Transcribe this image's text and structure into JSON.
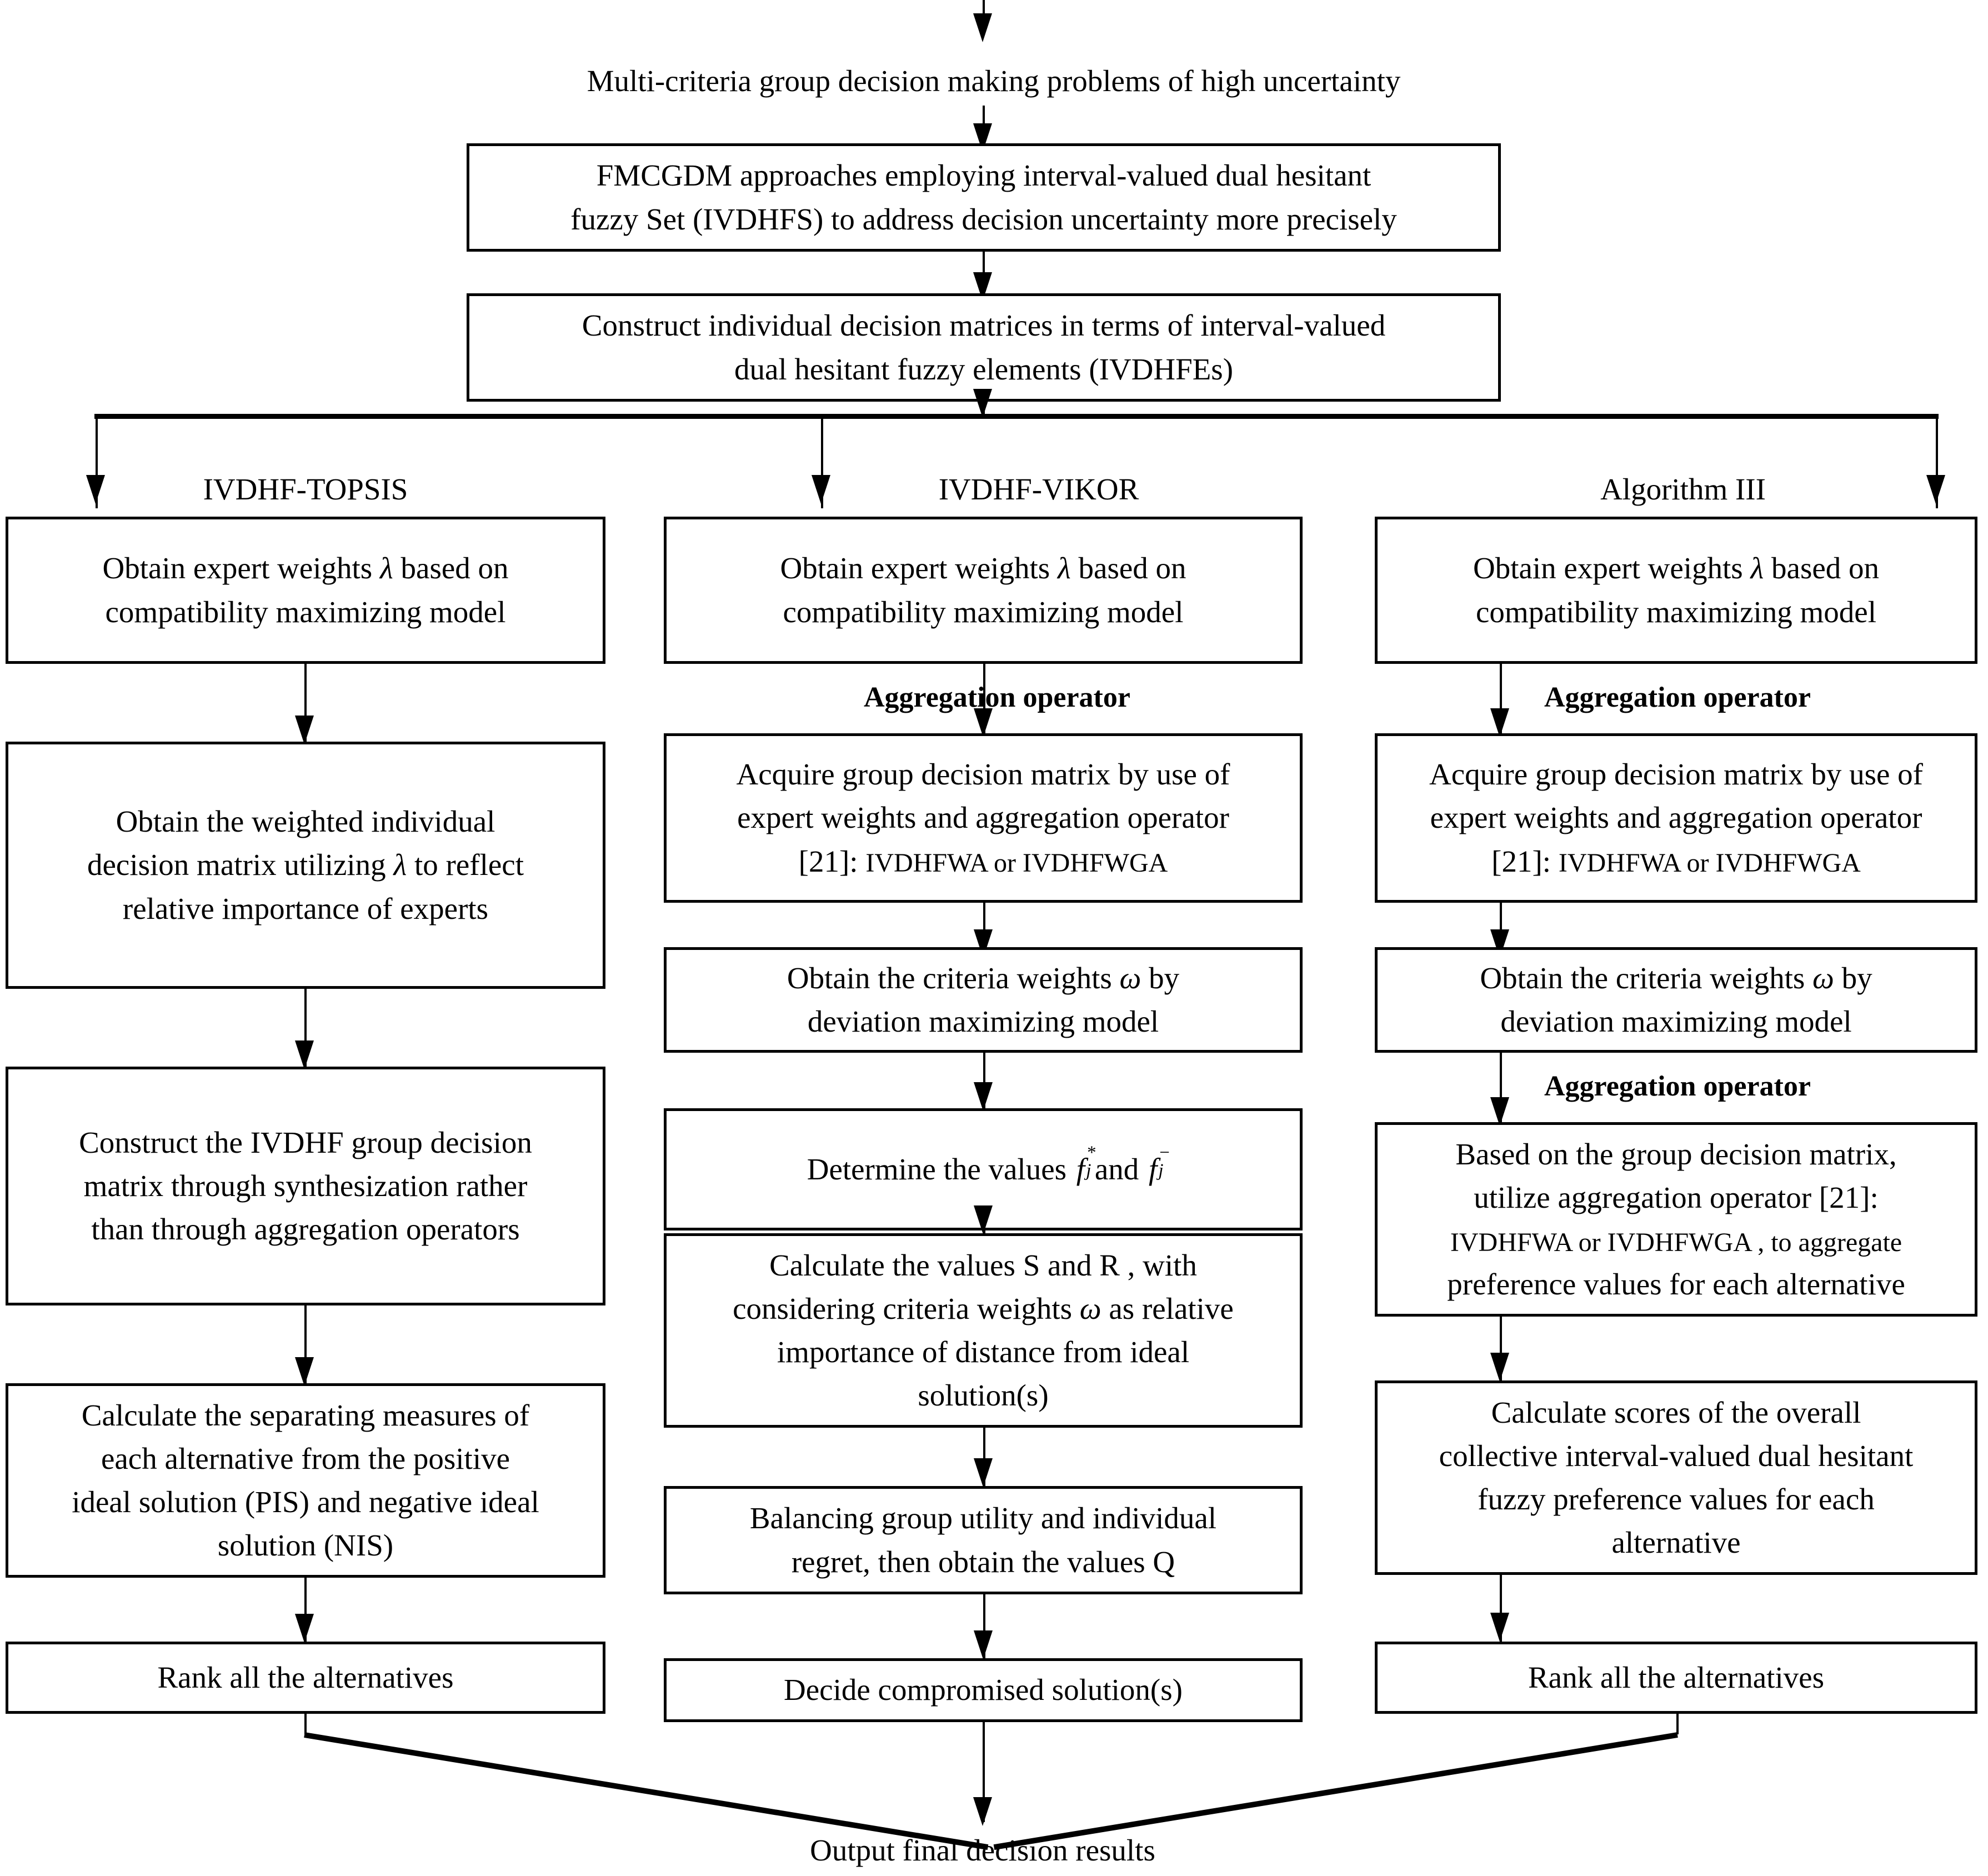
{
  "diagram": {
    "title_text": "Multi-criteria group decision making problems of high uncertainty",
    "output_text": "Output final decision results"
  },
  "top_boxes": [
    {
      "id": "fmcgdm-approaches",
      "line1": "FMCGDM approaches employing interval-valued dual hesitant",
      "line2": "fuzzy Set (IVDHFS) to address decision uncertainty more precisely"
    },
    {
      "id": "construct-individual-matrices",
      "line1": "Construct individual decision matrices in terms of interval-valued",
      "line2": "dual hesitant fuzzy elements (IVDHFEs)"
    }
  ],
  "columns": [
    {
      "id": "ivdhf-topsis",
      "header": "IVDHF-TOPSIS",
      "steps": [
        {
          "id": "expert-weights",
          "line1_a": "Obtain expert weights ",
          "line1_sym": "λ",
          "line1_b": " based on",
          "line2": "compatibility maximizing model"
        },
        {
          "id": "weighted-individual-matrix",
          "line1": "Obtain the weighted individual",
          "line2_a": "decision matrix utilizing ",
          "line2_sym": "λ",
          "line2_b": " to reflect",
          "line3": "relative importance of experts"
        },
        {
          "id": "construct-group-matrix",
          "line1": "Construct the IVDHF group decision",
          "line2": "matrix through synthesization rather",
          "line3": "than through aggregation operators"
        },
        {
          "id": "separating-measures",
          "line1": "Calculate the separating measures of",
          "line2": "each alternative from the positive",
          "line3": "ideal solution (PIS) and negative ideal",
          "line4": "solution (NIS)"
        },
        {
          "id": "rank-alternatives",
          "line1": "Rank all the alternatives"
        }
      ]
    },
    {
      "id": "ivdhf-vikor",
      "header": "IVDHF-VIKOR",
      "aggregation_label": "Aggregation operator",
      "steps": [
        {
          "id": "expert-weights",
          "line1_a": "Obtain expert weights ",
          "line1_sym": "λ",
          "line1_b": " based on",
          "line2": "compatibility maximizing model"
        },
        {
          "id": "acquire-group-matrix",
          "line1": "Acquire  group decision matrix by use of",
          "line2": "expert weights and aggregation operator",
          "line3_a": "[21]:",
          "line3_b": "IVDHFWA or IVDHFWGA"
        },
        {
          "id": "criteria-weights",
          "line1_a": "Obtain the criteria weights ",
          "line1_sym": "ω",
          "line1_b": " by",
          "line2": "deviation maximizing model"
        },
        {
          "id": "determine-f-values",
          "line1_a": "Determine the values ",
          "f_star": "f",
          "f_star_sup": "*",
          "f_star_sub": "j",
          "line1_mid": " and ",
          "f_minus": "f",
          "f_minus_sup": "−",
          "f_minus_sub": "j"
        },
        {
          "id": "calculate-s-r",
          "line1": "Calculate the values S and R , with",
          "line2_a": "considering criteria weights ",
          "line2_sym": "ω",
          "line2_b": " as relative",
          "line3": "importance of distance from ideal",
          "line4": "solution(s)"
        },
        {
          "id": "balancing-utility-regret",
          "line1": "Balancing group utility and individual",
          "line2": "regret, then obtain the values Q"
        },
        {
          "id": "decide-compromised-solution",
          "line1": "Decide compromised solution(s)"
        }
      ]
    },
    {
      "id": "algorithm-iii",
      "header": "Algorithm III",
      "aggregation_label_1": "Aggregation operator",
      "aggregation_label_2": "Aggregation operator",
      "steps": [
        {
          "id": "expert-weights",
          "line1_a": "Obtain expert weights ",
          "line1_sym": "λ",
          "line1_b": " based on",
          "line2": "compatibility maximizing model"
        },
        {
          "id": "acquire-group-matrix",
          "line1": "Acquire  group decision matrix by use of",
          "line2": "expert weights and aggregation operator",
          "line3_a": "[21]:",
          "line3_b": "IVDHFWA or IVDHFWGA"
        },
        {
          "id": "criteria-weights",
          "line1_a": "Obtain the criteria weights ",
          "line1_sym": "ω",
          "line1_b": " by",
          "line2": "deviation maximizing model"
        },
        {
          "id": "aggregate-preference-values",
          "line1": "Based on the group decision matrix,",
          "line2": "utilize aggregation operator [21]:",
          "line3": "IVDHFWA or IVDHFWGA , to aggregate",
          "line4": "preference values for each alternative"
        },
        {
          "id": "calculate-scores",
          "line1": "Calculate scores of the overall",
          "line2": "collective interval-valued dual hesitant",
          "line3": "fuzzy preference values for each",
          "line4": "alternative"
        },
        {
          "id": "rank-alternatives",
          "line1": "Rank all the alternatives"
        }
      ]
    }
  ],
  "colors": {
    "stroke": "#000000",
    "background": "#ffffff",
    "text": "#000000"
  }
}
